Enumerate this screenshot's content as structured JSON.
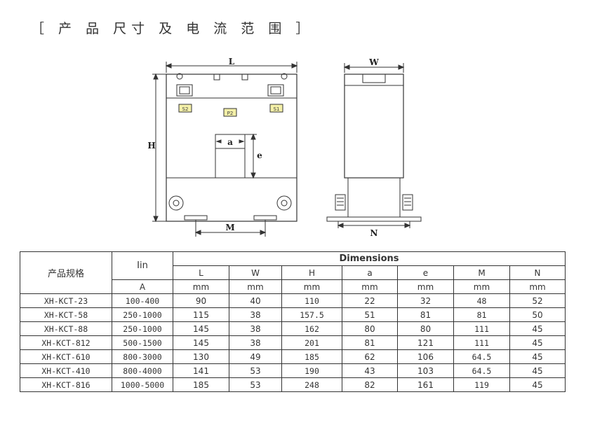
{
  "title": "［ 产 品 尺寸 及 电 流 范 围 ］",
  "drawing": {
    "front": {
      "L": "L",
      "H": "H",
      "a": "a",
      "e": "e",
      "M": "M",
      "tags": [
        "S2",
        "P2",
        "S1"
      ]
    },
    "side": {
      "W": "W",
      "N": "N"
    }
  },
  "table": {
    "model_header": "产品规格",
    "iin_header": "Iin",
    "iin_unit": "A",
    "dimensions_header": "Dimensions",
    "columns": [
      "L",
      "W",
      "H",
      "a",
      "e",
      "M",
      "N"
    ],
    "units": [
      "mm",
      "mm",
      "mm",
      "mm",
      "mm",
      "mm",
      "mm"
    ],
    "rows": [
      {
        "model": "XH-KCT-23",
        "current": "100-400",
        "L": "90",
        "W": "40",
        "H": "110",
        "a": "22",
        "e": "32",
        "M": "48",
        "N": "52"
      },
      {
        "model": "XH-KCT-58",
        "current": "250-1000",
        "L": "115",
        "W": "38",
        "H": "157.5",
        "a": "51",
        "e": "81",
        "M": "81",
        "N": "50"
      },
      {
        "model": "XH-KCT-88",
        "current": "250-1000",
        "L": "145",
        "W": "38",
        "H": "162",
        "a": "80",
        "e": "80",
        "M": "111",
        "N": "45"
      },
      {
        "model": "XH-KCT-812",
        "current": "500-1500",
        "L": "145",
        "W": "38",
        "H": "201",
        "a": "81",
        "e": "121",
        "M": "111",
        "N": "45"
      },
      {
        "model": "XH-KCT-610",
        "current": "800-3000",
        "L": "130",
        "W": "49",
        "H": "185",
        "a": "62",
        "e": "106",
        "M": "64.5",
        "N": "45"
      },
      {
        "model": "XH-KCT-410",
        "current": "800-4000",
        "L": "141",
        "W": "53",
        "H": "190",
        "a": "43",
        "e": "103",
        "M": "64.5",
        "N": "45"
      },
      {
        "model": "XH-KCT-816",
        "current": "1000-5000",
        "L": "185",
        "W": "53",
        "H": "248",
        "a": "82",
        "e": "161",
        "M": "119",
        "N": "45"
      }
    ]
  }
}
